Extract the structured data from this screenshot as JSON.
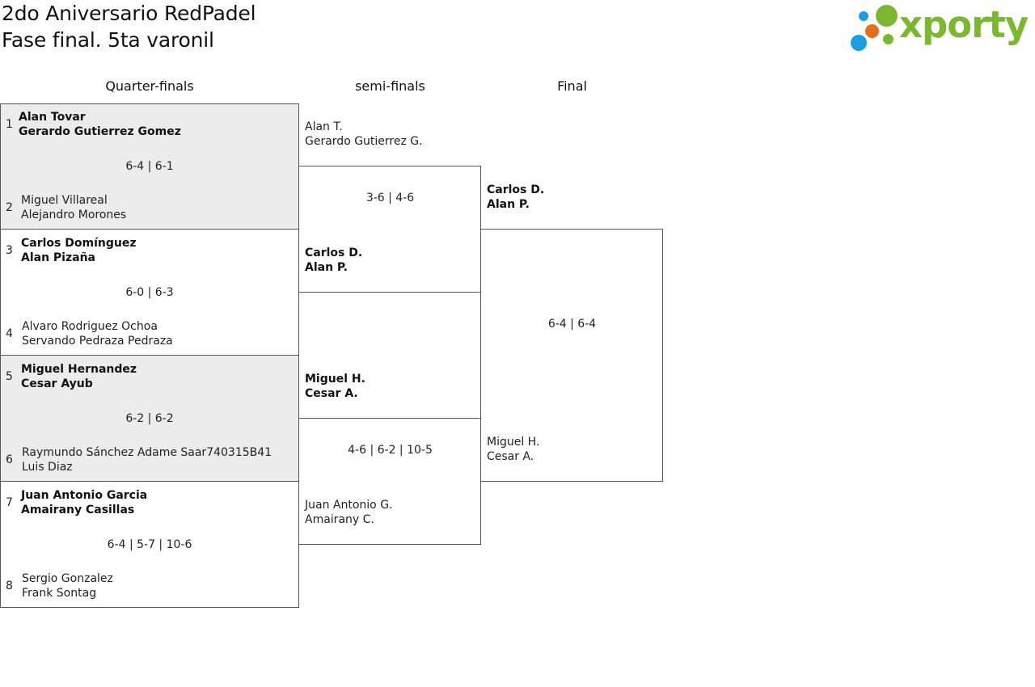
{
  "title_line1": "2do Aniversario RedPadel",
  "title_line2": "Fase final. 5ta varonil",
  "logo": {
    "text": "xporty",
    "dot_colors": [
      "#1a9ee0",
      "#7cb82f",
      "#e2701a",
      "#1a9ee0",
      "#7cb82f"
    ]
  },
  "rounds": {
    "qf": "Quarter-finals",
    "sf": "semi-finals",
    "final": "Final"
  },
  "qf": [
    {
      "seed_a": "1",
      "a1": "Alan Tovar",
      "a2": "Gerardo Gutierrez Gomez",
      "score": "6-4 | 6-1",
      "seed_b": "2",
      "b1": "Miguel Villareal",
      "b2": "Alejandro Morones"
    },
    {
      "seed_a": "3",
      "a1": "Carlos Domínguez",
      "a2": "Alan Pizaña",
      "score": "6-0 | 6-3",
      "seed_b": "4",
      "b1": "Alvaro Rodriguez Ochoa",
      "b2": "Servando Pedraza Pedraza"
    },
    {
      "seed_a": "5",
      "a1": "Miguel Hernandez",
      "a2": "Cesar Ayub",
      "score": "6-2 | 6-2",
      "seed_b": "6",
      "b1": "Raymundo Sánchez Adame Saar740315B41",
      "b2": "Luis Diaz"
    },
    {
      "seed_a": "7",
      "a1": "Juan Antonio Garcia",
      "a2": "Amairany Casillas",
      "score": "6-4 | 5-7 | 10-6",
      "seed_b": "8",
      "b1": "Sergio Gonzalez",
      "b2": "Frank Sontag"
    }
  ],
  "sf": [
    {
      "a1": "Alan T.",
      "a2": "Gerardo Gutierrez G.",
      "score": "3-6 | 4-6",
      "b1": "Carlos D.",
      "b2": "Alan P."
    },
    {
      "a1": "Miguel H.",
      "a2": "Cesar A.",
      "score": "4-6 | 6-2 | 10-5",
      "b1": "Juan Antonio G.",
      "b2": "Amairany C."
    }
  ],
  "final": {
    "a1": "Carlos D.",
    "a2": "Alan P.",
    "score": "6-4 | 6-4",
    "b1": "Miguel H.",
    "b2": "Cesar A."
  }
}
